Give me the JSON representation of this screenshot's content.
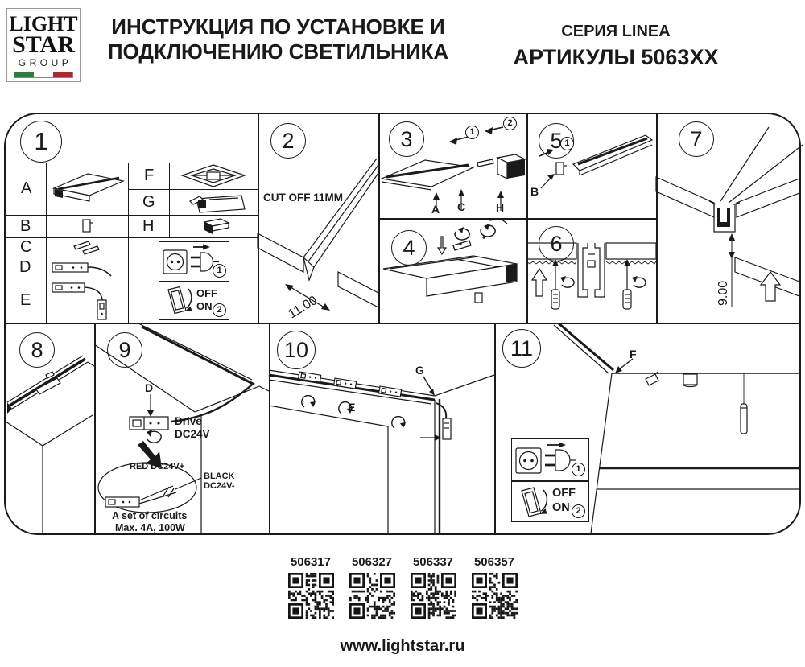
{
  "header": {
    "logo_line1": "LIGHT",
    "logo_line2": "STAR",
    "logo_line3": "GROUP",
    "title_line1": "ИНСТРУКЦИЯ ПО УСТАНОВКЕ И",
    "title_line2": "ПОДКЛЮЧЕНИЮ СВЕТИЛЬНИКА",
    "series": "СЕРИЯ LINEA",
    "articles": "АРТИКУЛЫ 5063XX"
  },
  "colors": {
    "flag_green": "#2e7d3e",
    "flag_white": "#ffffff",
    "flag_red": "#b02633",
    "ink": "#1a1a1a"
  },
  "panel1": {
    "number": "1",
    "parts_left": [
      "A",
      "B",
      "C",
      "D",
      "E"
    ],
    "parts_right": [
      "F",
      "G",
      "H"
    ],
    "unplug_step": "1",
    "switch_step": "2",
    "off": "OFF",
    "on": "ON"
  },
  "panel2": {
    "number": "2",
    "cutoff": "CUT OFF 11MM",
    "dim": "11.00"
  },
  "panel3": {
    "number": "3",
    "step1": "1",
    "step2": "2",
    "part_a": "A",
    "part_c": "C",
    "part_h": "H"
  },
  "panel4": {
    "number": "4"
  },
  "panel5": {
    "number": "5",
    "step1": "1",
    "part_b": "B"
  },
  "panel6": {
    "number": "6"
  },
  "panel7": {
    "number": "7",
    "dim": "9.00"
  },
  "panel8": {
    "number": "8"
  },
  "panel9": {
    "number": "9",
    "part_d": "D",
    "driver_line1": "Drive",
    "driver_line2": "DC24V",
    "wire_red": "RED DC24V+",
    "wire_black_line1": "BLACK",
    "wire_black_line2": "DC24V-",
    "circuits_line1": "A set of circuits",
    "circuits_line2": "Max. 4A, 100W"
  },
  "panel10": {
    "number": "10",
    "part_e": "E",
    "part_g": "G"
  },
  "panel11": {
    "number": "11",
    "part_f": "F",
    "unplug_step": "1",
    "switch_step": "2",
    "off": "OFF",
    "on": "ON"
  },
  "qr_section": {
    "codes": [
      {
        "label": "506317"
      },
      {
        "label": "506327"
      },
      {
        "label": "506337"
      },
      {
        "label": "506357"
      }
    ]
  },
  "footer": {
    "url": "www.lightstar.ru"
  }
}
